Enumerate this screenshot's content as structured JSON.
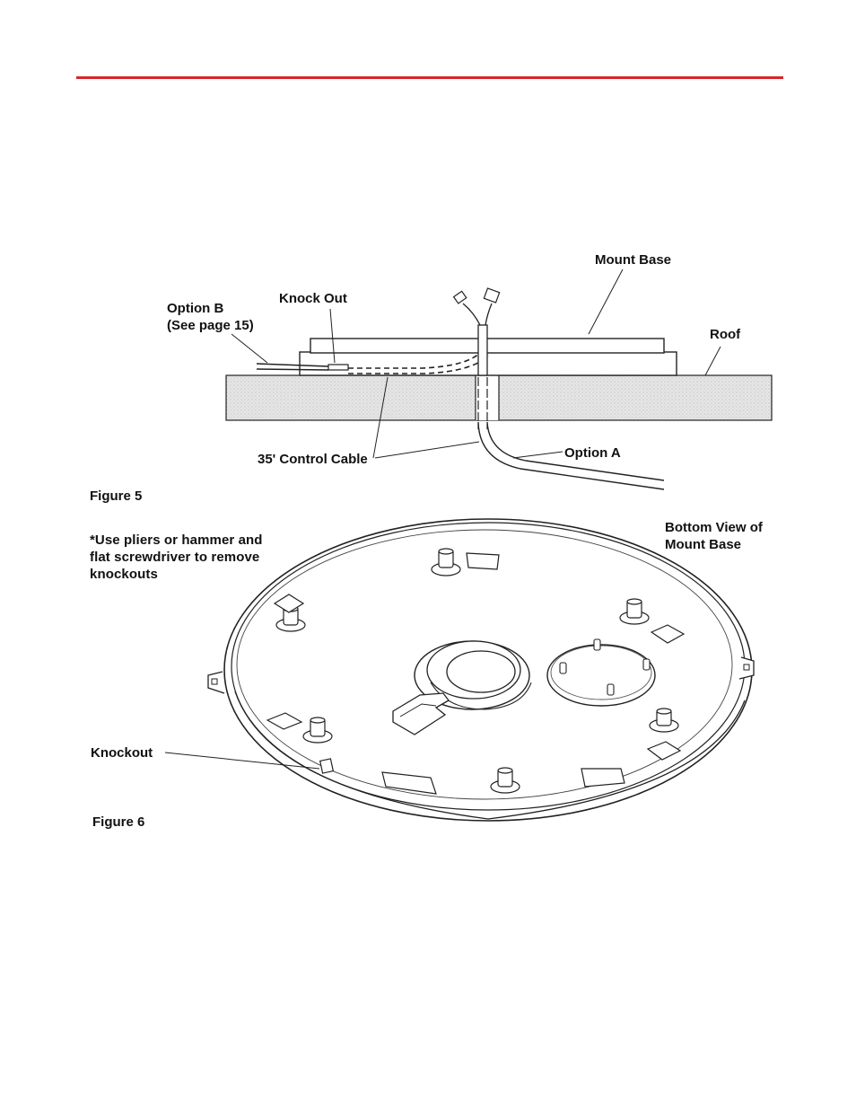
{
  "page": {
    "accent_color": "#d9262c"
  },
  "figure5": {
    "caption": "Figure 5",
    "labels": {
      "mount_base": "Mount Base",
      "knock_out": "Knock Out",
      "option_b": "Option B\n(See page 15)",
      "roof": "Roof",
      "control_cable": "35' Control Cable",
      "option_a": "Option A"
    }
  },
  "figure6": {
    "caption": "Figure 6",
    "labels": {
      "note": "*Use pliers or hammer and\nflat screwdriver to remove\nknockouts",
      "bottom_view": "Bottom View of\nMount Base",
      "knockout": "Knockout"
    }
  }
}
